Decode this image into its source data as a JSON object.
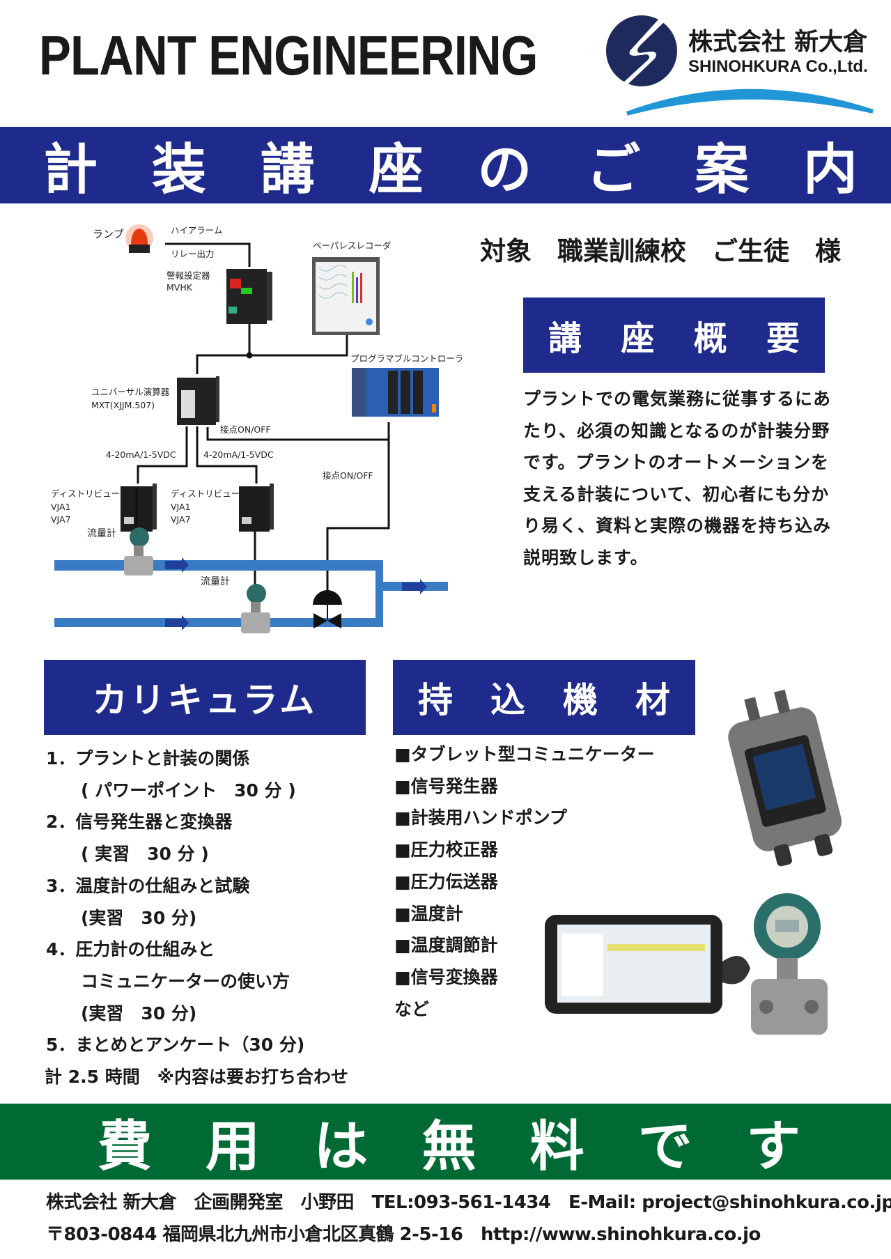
{
  "header": {
    "title": "PLANT ENGINEERING",
    "company_jp": "株式会社 新大倉",
    "company_en": "SHINOHKURA Co.,Ltd."
  },
  "banner": [
    "計",
    "装",
    "講",
    "座",
    "の",
    "ご",
    "案",
    "内"
  ],
  "target": "対象　職業訓練校　ご生徒　様",
  "overview": {
    "heading": [
      "講",
      "座",
      "概",
      "要"
    ],
    "text": "プラントでの電気業務に従事するにあたり、必須の知識となるのが計装分野です。プラントのオートメーションを支える計装について、初心者にも分かり易く、資料と実際の機器を持ち込み説明致します。"
  },
  "diagram": {
    "lamp": "ランプ",
    "high_alarm": "ハイアラーム",
    "relay": "リレー出力",
    "alarm_setter": "警報設定器",
    "alarm_model": "MVHK",
    "recorder": "ペーパレスレコーダ",
    "plc": "プログラマブルコントローラ",
    "calc": "ユニバーサル演算器",
    "calc_model": "MXT(XJJM.507)",
    "contact1": "接点ON/OFF",
    "contact2": "接点ON/OFF",
    "signal1": "4-20mA/1-5VDC",
    "signal2": "4-20mA/1-5VDC",
    "dist1": "ディストリビュータ",
    "dist1_m1": "VJA1",
    "dist1_m2": "VJA7",
    "dist2": "ディストリビュータ",
    "dist2_m1": "VJA1",
    "dist2_m2": "VJA7",
    "flow1": "流量計",
    "flow2": "流量計"
  },
  "curriculum": {
    "heading": "カリキュラム",
    "lines": [
      "1．プラントと計装の関係",
      "　　( パワーポイント　30 分 )",
      "2．信号発生器と変換器",
      "　　( 実習　30 分 )",
      "3．温度計の仕組みと試験",
      "　　(実習　30 分)",
      "4．圧力計の仕組みと",
      "　　コミュニケーターの使い方",
      "　　(実習　30 分)",
      "5．まとめとアンケート（30 分)"
    ],
    "total": "計 2.5 時間　※内容は要お打ち合わせ"
  },
  "equipment": {
    "heading": [
      "持",
      "込",
      "機",
      "材"
    ],
    "items": [
      "■タブレット型コミュニケーター",
      "■信号発生器",
      "■計装用ハンドポンプ",
      "■圧力校正器",
      "■圧力伝送器",
      "■温度計",
      "■温度調節計",
      "■信号変換器",
      "など"
    ]
  },
  "fee": [
    "費",
    "用",
    "は",
    "無",
    "料",
    "で",
    "す"
  ],
  "footer": {
    "line1": "株式会社 新大倉　企画開発室　小野田　TEL:093-561-1434　E-Mail: project@shinohkura.co.jp",
    "line2": "〒803-0844 福岡県北九州市小倉北区真鶴 2-5-16　http://www.shinohkura.co.jo"
  },
  "colors": {
    "navy": "#1e2a8c",
    "green": "#006a35",
    "pipe": "#3a7cc4",
    "logo_arc": "#2196d6"
  }
}
